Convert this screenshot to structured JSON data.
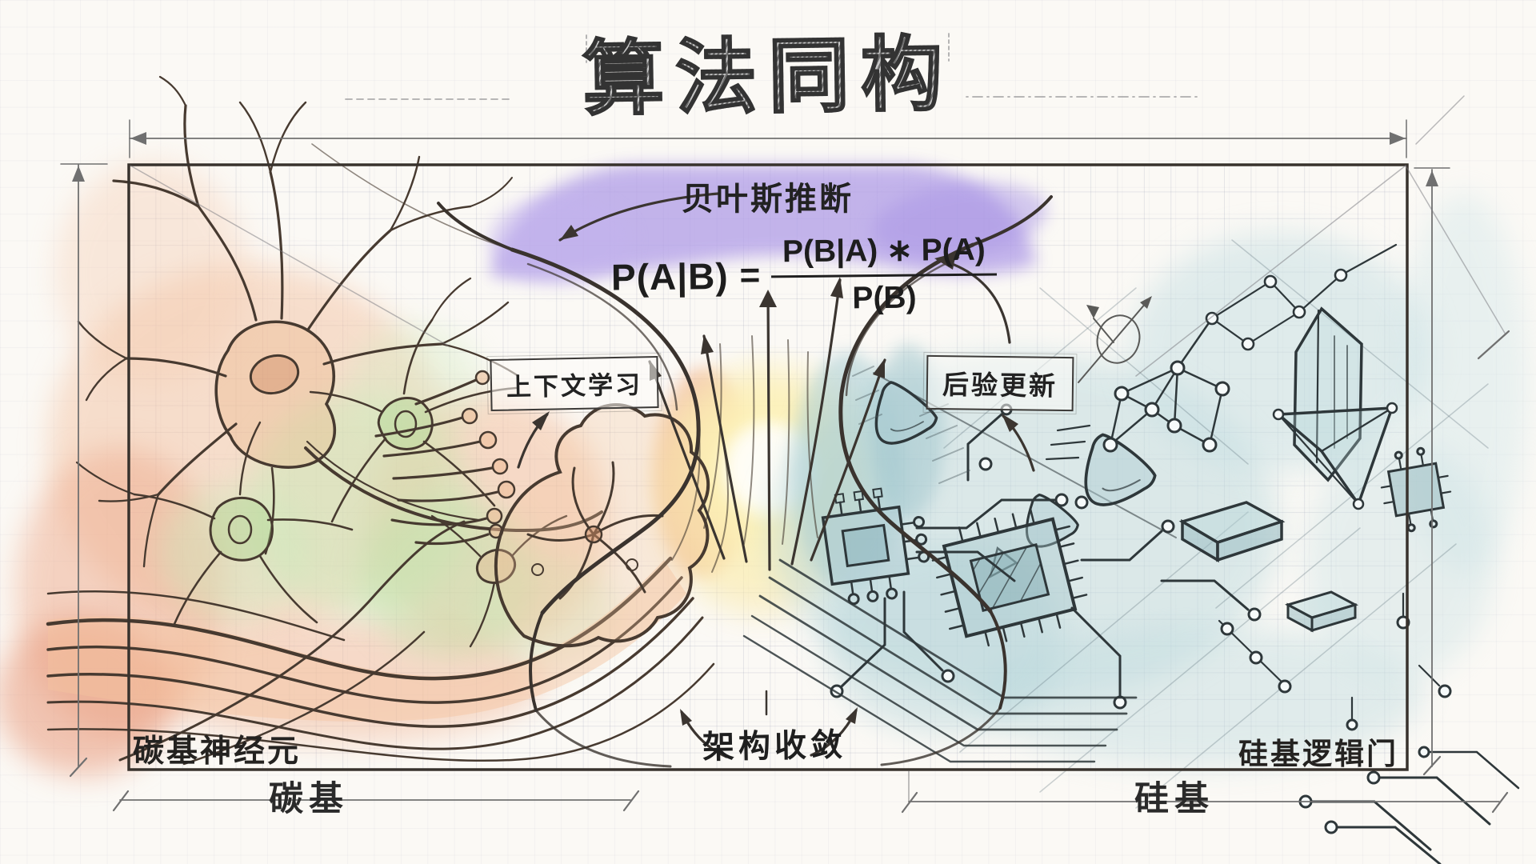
{
  "title": "算法同构",
  "bayes": {
    "label": "贝叶斯推断",
    "formula": {
      "lhs": "P(A|B)",
      "equals": "=",
      "numerator": "P(B|A) ∗ P(A)",
      "denominator": "P(B)"
    }
  },
  "callouts": {
    "context_learning": "上下文学习",
    "posterior_update": "后验更新",
    "architecture_convergence": "架构收敛"
  },
  "captions": {
    "carbon_neurons": "碳基神经元",
    "silicon_gates": "硅基逻辑门"
  },
  "dimensions": {
    "carbon": "碳基",
    "silicon": "硅基"
  },
  "icons": {
    "up_arrow": "↑",
    "curved_arrow": "⤴",
    "dimension_arrow": "↔",
    "compass": "⊘"
  },
  "palette": {
    "paper": "#fbf9f5",
    "ink": "#3a332e",
    "annotation_gray": "#6f6f6f",
    "carbon_wash": "#f2bfa0",
    "carbon_deep": "#e89a7c",
    "green_wash": "#cde9ba",
    "silicon_wash": "#bcd9dd",
    "silicon_deep": "#9bc3cb",
    "bayes_purple": "#b3a0e8",
    "glow_yellow": "#f9e8a6"
  }
}
